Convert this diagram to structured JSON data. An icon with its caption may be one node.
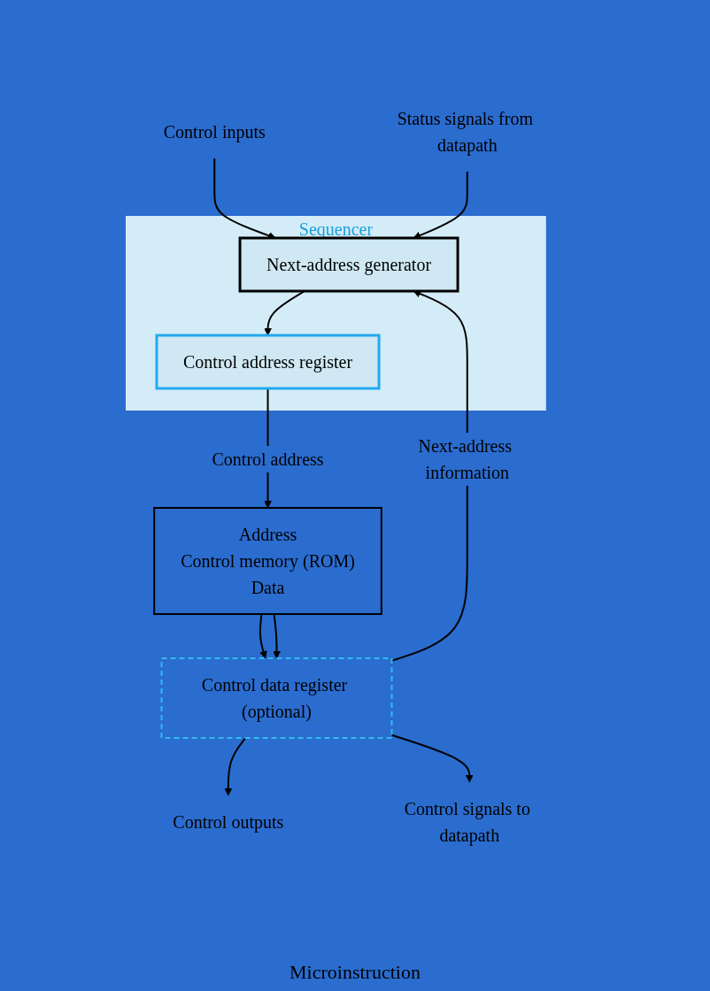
{
  "diagram": {
    "nodes": [
      {
        "text": [
          "Sequencer"
        ]
      },
      {
        "text": [
          "Next-address generator"
        ],
        "in": 0
      },
      {
        "text": [
          "Control address register"
        ],
        "in": 0
      },
      {
        "text": [
          "Address",
          "Control memory (ROM)",
          "Data"
        ]
      },
      {
        "text": [
          "Control data register (optional)"
        ]
      },
      {
        "text": [
          "Control inputs"
        ]
      },
      {
        "text": [
          "Status signals from datapath"
        ]
      },
      {
        "text": [
          "Control outputs"
        ]
      },
      {
        "text": [
          "Control signals to datapath"
        ]
      }
    ],
    "edges": [
      {
        "from": 5,
        "to": 1,
        "arrow": "to"
      },
      {
        "from": 6,
        "to": 1,
        "arrow": "to"
      },
      {
        "from": 1,
        "to": 2,
        "arrow": "to"
      },
      {
        "from": 2,
        "to": 3,
        "arrow": "to",
        "label": "Control address"
      },
      {
        "from": 3,
        "to": 4,
        "arrow": "to"
      },
      {
        "from": 3,
        "to": 4,
        "arrow": "to"
      },
      {
        "from": 4,
        "to": 1,
        "arrow": "to",
        "label": "Next-address information"
      },
      {
        "from": 4,
        "to": 7,
        "arrow": "to"
      },
      {
        "from": 4,
        "to": 8,
        "arrow": "to"
      }
    ],
    "labels": [
      "Microinstruction"
    ]
  }
}
